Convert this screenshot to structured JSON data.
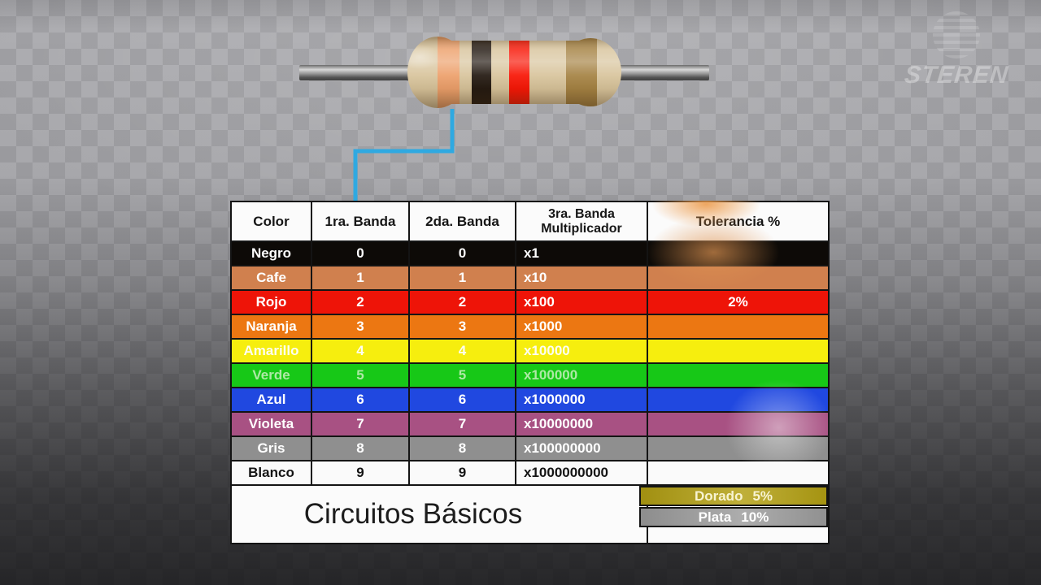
{
  "watermark": {
    "brand": "STEREN"
  },
  "resistor": {
    "body_color": "#D8C49C",
    "bands": [
      {
        "name": "cafe",
        "color": "#EDA06B"
      },
      {
        "name": "negro",
        "color": "#221810"
      },
      {
        "name": "rojo",
        "color": "#F81505"
      },
      {
        "name": "dorado",
        "color": "#A58243"
      }
    ],
    "lead_color": "#9A9A9A"
  },
  "connector": {
    "color": "#2FA9E1"
  },
  "table": {
    "headers": [
      {
        "label": "Color"
      },
      {
        "label": "1ra. Banda"
      },
      {
        "label": "2da. Banda"
      },
      {
        "label": "3ra. Banda\nMultiplicador"
      },
      {
        "label": "Tolerancia %"
      }
    ],
    "rows": [
      {
        "color_name": "Negro",
        "bg": "#0D0A07",
        "fg": "#FFFFFF",
        "band1": "0",
        "band2": "0",
        "multiplier": "x1",
        "tolerance": ""
      },
      {
        "color_name": "Cafe",
        "bg": "#D0804E",
        "fg": "#FFFFFF",
        "band1": "1",
        "band2": "1",
        "multiplier": "x10",
        "tolerance": ""
      },
      {
        "color_name": "Rojo",
        "bg": "#EE1408",
        "fg": "#FFFFFF",
        "band1": "2",
        "band2": "2",
        "multiplier": "x100",
        "tolerance": "2%"
      },
      {
        "color_name": "Naranja",
        "bg": "#EC7712",
        "fg": "#FFFFFF",
        "band1": "3",
        "band2": "3",
        "multiplier": "x1000",
        "tolerance": ""
      },
      {
        "color_name": "Amarillo",
        "bg": "#F6EE0E",
        "fg": "#FDFDF2",
        "band1": "4",
        "band2": "4",
        "multiplier": "x10000",
        "tolerance": ""
      },
      {
        "color_name": "Verde",
        "bg": "#17C817",
        "fg": "#AEE9A6",
        "band1": "5",
        "band2": "5",
        "multiplier": "x100000",
        "tolerance": ""
      },
      {
        "color_name": "Azul",
        "bg": "#2048E0",
        "fg": "#FFFFFF",
        "band1": "6",
        "band2": "6",
        "multiplier": "x1000000",
        "tolerance": ""
      },
      {
        "color_name": "Violeta",
        "bg": "#A85183",
        "fg": "#FFFFFF",
        "band1": "7",
        "band2": "7",
        "multiplier": "x10000000",
        "tolerance": ""
      },
      {
        "color_name": "Gris",
        "bg": "#8F8F8F",
        "fg": "#FFFFFF",
        "band1": "8",
        "band2": "8",
        "multiplier": "x100000000",
        "tolerance": ""
      },
      {
        "color_name": "Blanco",
        "bg": "#FAFAFA",
        "fg": "#141414",
        "band1": "9",
        "band2": "9",
        "multiplier": "x1000000000",
        "tolerance": ""
      }
    ],
    "footer": {
      "title": "Circuitos Básicos",
      "extra_tolerances": [
        {
          "name": "Dorado",
          "value": "5%",
          "bg": "#B3A013"
        },
        {
          "name": "Plata",
          "value": "10%",
          "bg": "#9D9D9D"
        }
      ]
    }
  }
}
